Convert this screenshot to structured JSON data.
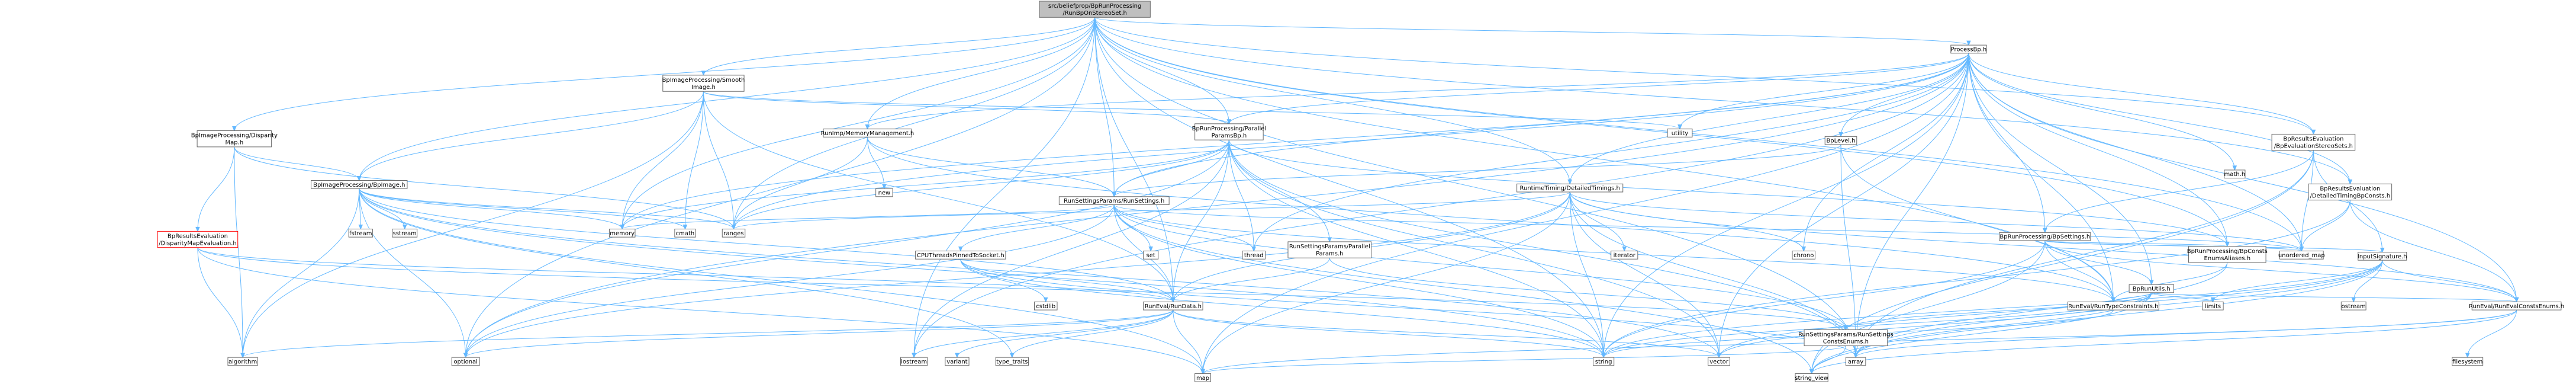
{
  "diagram": {
    "colors": {
      "edge": "#63b8ff",
      "node_border": "#666666",
      "root_fill": "#bfbfbf",
      "highlight_border": "#ff0000"
    },
    "nodes": {
      "root": [
        "src/beliefprop/BpRunProcessing",
        "/RunBpOnStereoSet.h"
      ],
      "smooth": [
        "BpImageProcessing/Smooth",
        "Image.h"
      ],
      "disparity": [
        "BpImageProcessing/Disparity",
        "Map.h"
      ],
      "bpimage": [
        "BpImageProcessing/BpImage.h"
      ],
      "dispeval": [
        "BpResultsEvaluation",
        "/DisparityMapEvaluation.h"
      ],
      "processbp": [
        "ProcessBp.h"
      ],
      "runimpmem": [
        "RunImp/MemoryManagement.h"
      ],
      "parallel": [
        "BpRunProcessing/Parallel",
        "ParamsBp.h"
      ],
      "bplevel": [
        "BpLevel.h"
      ],
      "runsettings": [
        "RunSettingsParams/RunSettings.h"
      ],
      "cputhreads": [
        "CPUThreadsPinnedToSocket.h"
      ],
      "rsparallel": [
        "RunSettingsParams/Parallel",
        "Params.h"
      ],
      "runtiming": [
        "RuntimeTiming/DetailedTimings.h"
      ],
      "bpsettings": [
        "BpRunProcessing/BpSettings.h"
      ],
      "evalstereo": [
        "BpResultsEvaluation",
        "/BpEvaluationStereoSets.h"
      ],
      "dettiming": [
        "BpResultsEvaluation",
        "/DetailedTimingBpConsts.h"
      ],
      "bpconsts": [
        "BpRunProcessing/BpConsts",
        "EnumsAliases.h"
      ],
      "bputils": [
        "BpRunUtils.h"
      ],
      "inputsig": [
        "InputSignature.h"
      ],
      "runevaldata": [
        "RunEval/RunData.h"
      ],
      "runevaltype": [
        "RunEval/RunTypeConstraints.h"
      ],
      "runevalconsts": [
        "RunEval/RunEvalConstsEnums.h"
      ],
      "rsconsts": [
        "RunSettingsParams/RunSettings",
        "ConstsEnums.h"
      ],
      "utility": [
        "utility"
      ],
      "math": [
        "math.h"
      ],
      "new": [
        "new"
      ],
      "memory": [
        "memory"
      ],
      "cmath": [
        "cmath"
      ],
      "ranges": [
        "ranges"
      ],
      "set": [
        "set"
      ],
      "thread": [
        "thread"
      ],
      "chrono": [
        "chrono"
      ],
      "iterator": [
        "iterator"
      ],
      "unordered_map": [
        "unordered_map"
      ],
      "fstream": [
        "fstream"
      ],
      "sstream": [
        "sstream"
      ],
      "cstdlib": [
        "cstdlib"
      ],
      "limits": [
        "limits"
      ],
      "ostream": [
        "ostream"
      ],
      "algorithm": [
        "algorithm"
      ],
      "optional": [
        "optional"
      ],
      "iostream": [
        "iostream"
      ],
      "variant": [
        "variant"
      ],
      "type_traits": [
        "type_traits"
      ],
      "string": [
        "string"
      ],
      "vector": [
        "vector"
      ],
      "array": [
        "array"
      ],
      "filesystem": [
        "filesystem"
      ],
      "map": [
        "map"
      ],
      "string_view": [
        "string_view"
      ]
    }
  }
}
